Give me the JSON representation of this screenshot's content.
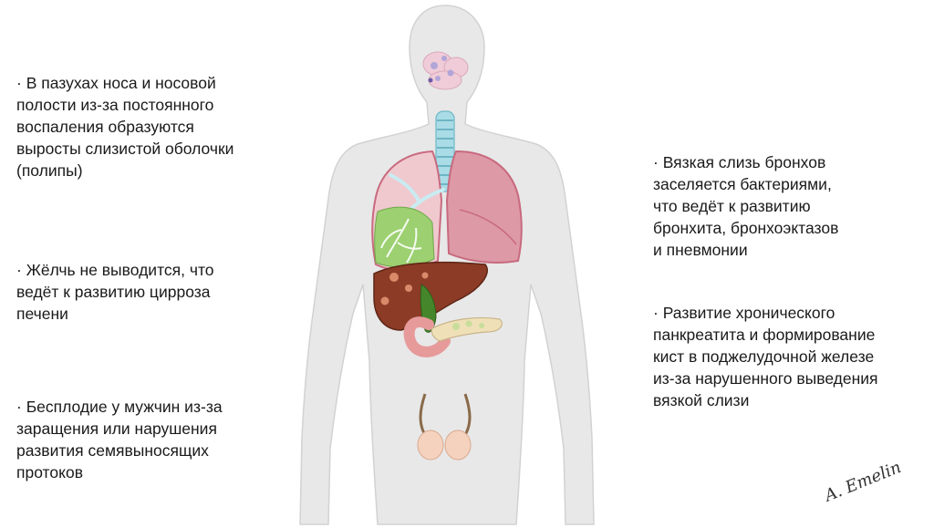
{
  "annotations": {
    "sinus_polyps": "· В пазухах носа и носовой\nполости из-за постоянного\nвоспаления образуются\nвыросты слизистой оболочки\n(полипы)",
    "liver_cirrhosis": "· Жёлчь не выводится, что\nведёт к развитию цирроза\nпечени",
    "infertility": "· Бесплодие у мужчин из-за\nзаращения или нарушения\nразвития семявыносящих\nпротоков",
    "bronchial_mucus": "· Вязкая слизь бронхов\nзаселяется бактериями,\nчто ведёт к развитию\nбронхита, бронхоэктазов\nи пневмонии",
    "pancreatitis": "· Развитие хронического\nпанкреатита и формирование\nкист в поджелудочной железе\nиз-за нарушенного выведения\nвязкой слизи"
  },
  "signature": "A. Emelin",
  "colors": {
    "body_fill": "#e8e8e8",
    "body_stroke": "#d2d2d2",
    "lung_right": "#f0c9cf",
    "lung_left": "#dd99a6",
    "lung_stroke": "#c86a7e",
    "bronchi": "#c8ecf2",
    "infected_tissue": "#9cd070",
    "liver": "#8c3b26",
    "gallbladder": "#46862a",
    "pancreas": "#efe0b8",
    "intestine": "#e79a9a",
    "trachea": "#a9dce6",
    "testes": "#f5d2be",
    "sinus": "#f0ccd8"
  }
}
